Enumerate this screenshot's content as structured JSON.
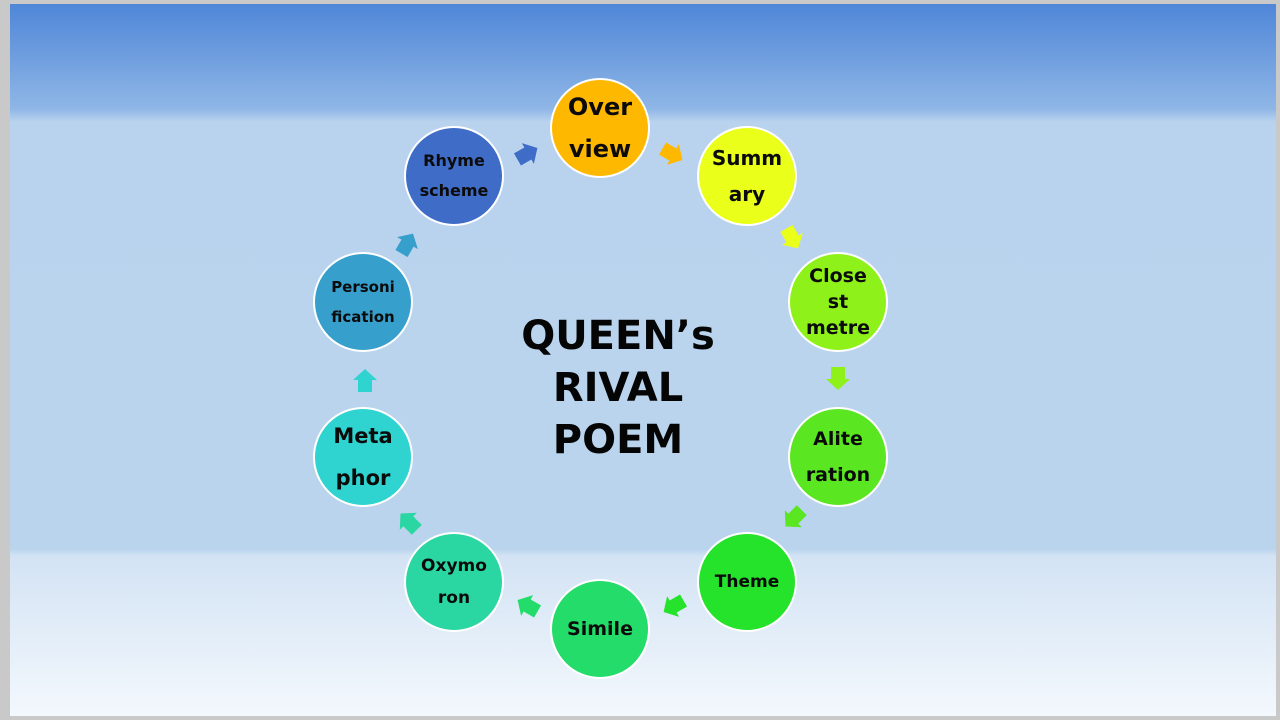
{
  "diagram": {
    "title": "QUEEN’s\nRIVAL\nPOEM",
    "nodes": [
      {
        "key": "overview",
        "label": "Over\nview",
        "color": "#ffb800"
      },
      {
        "key": "summary",
        "label": "Summ\nary",
        "color": "#eaff1a"
      },
      {
        "key": "closest-metre",
        "label": "Close\nst\nmetre",
        "color": "#8ef21a"
      },
      {
        "key": "aliteration",
        "label": "Alite\nration",
        "color": "#5ae620"
      },
      {
        "key": "theme",
        "label": "Theme",
        "color": "#25e22a"
      },
      {
        "key": "simile",
        "label": "Simile",
        "color": "#23dc6a"
      },
      {
        "key": "oxymoron",
        "label": "Oxymo\nron",
        "color": "#2ad6a2"
      },
      {
        "key": "metaphor",
        "label": "Meta\nphor",
        "color": "#2fd3cf"
      },
      {
        "key": "personification",
        "label": "Personi\nfication",
        "color": "#379fcc"
      },
      {
        "key": "rhyme-scheme",
        "label": "Rhyme\nscheme",
        "color": "#3e6cc6"
      }
    ],
    "arrow_colors": [
      "#ffb800",
      "#eaff1a",
      "#8ef21a",
      "#5ae620",
      "#25e22a",
      "#23dc6a",
      "#2ad6a2",
      "#2fd3cf",
      "#379fcc",
      "#3e6cc6"
    ]
  }
}
